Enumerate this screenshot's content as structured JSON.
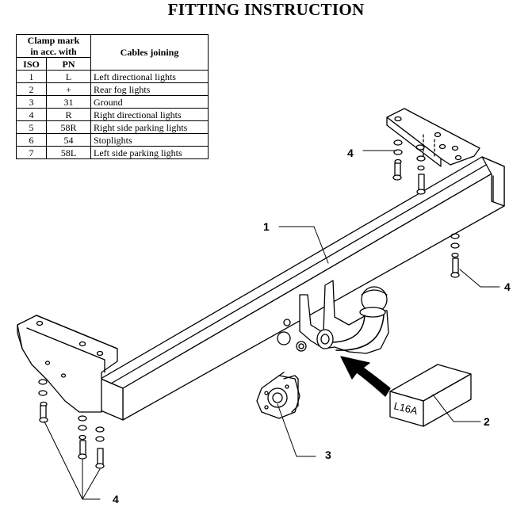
{
  "title": "FITTING INSTRUCTION",
  "table": {
    "header_clamp": "Clamp mark in acc. with",
    "header_clamp_line1": "Clamp mark",
    "header_clamp_line2": "in acc. with",
    "header_cables": "Cables joining",
    "header_iso": "ISO",
    "header_pn": "PN",
    "rows": [
      {
        "iso": "1",
        "pn": "L",
        "desc": "Left directional lights"
      },
      {
        "iso": "2",
        "pn": "+",
        "desc": "Rear fog lights"
      },
      {
        "iso": "3",
        "pn": "31",
        "desc": "Ground"
      },
      {
        "iso": "4",
        "pn": "R",
        "desc": "Right directional lights"
      },
      {
        "iso": "5",
        "pn": "58R",
        "desc": "Right side parking lights"
      },
      {
        "iso": "6",
        "pn": "54",
        "desc": "Stoplights"
      },
      {
        "iso": "7",
        "pn": "58L",
        "desc": "Left side parking lights"
      }
    ]
  },
  "callouts": {
    "c1": "1",
    "c2": "2",
    "c3": "3",
    "c4_top": "4",
    "c4_right": "4",
    "c4_bottom": "4"
  },
  "kit_label": "L16A"
}
